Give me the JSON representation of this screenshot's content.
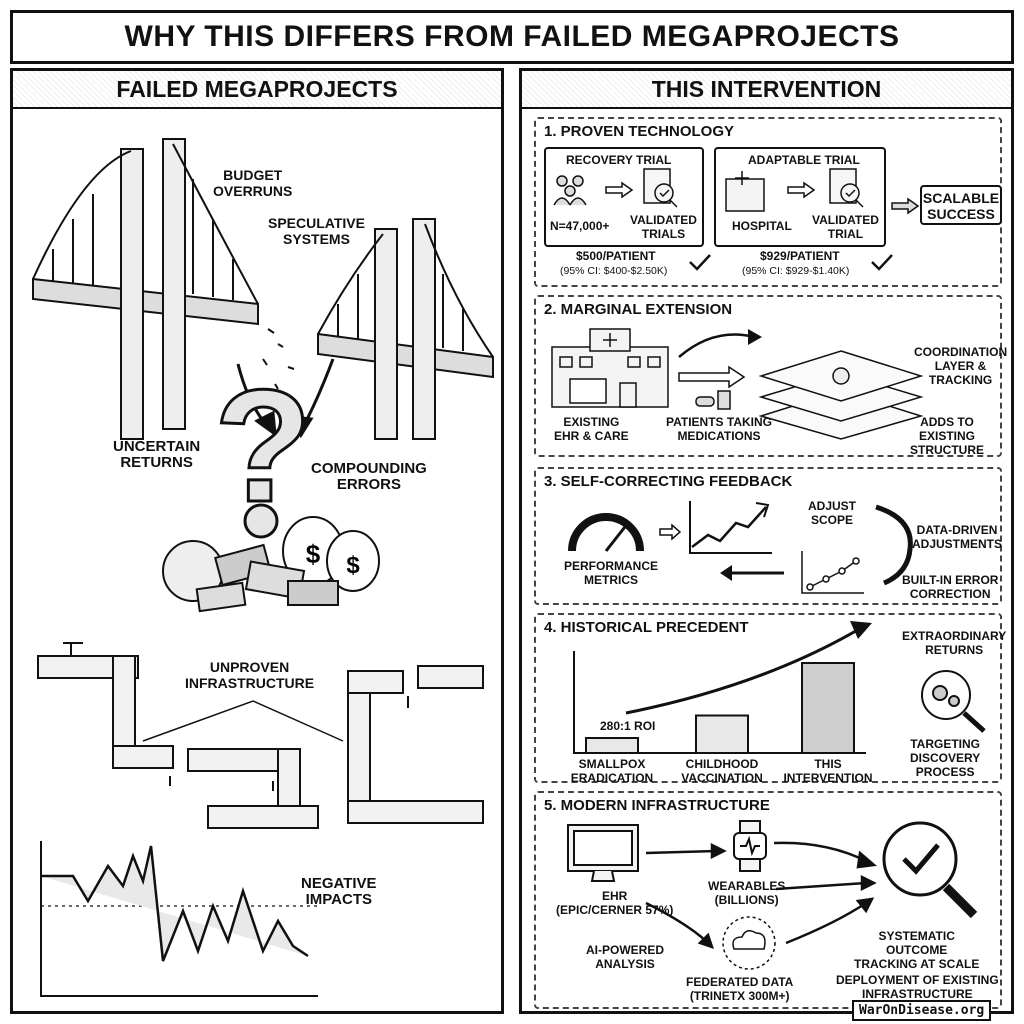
{
  "title": "WHY THIS DIFFERS FROM FAILED MEGAPROJECTS",
  "left": {
    "header": "FAILED MEGAPROJECTS",
    "labels": {
      "budget": "BUDGET\nOVERRUNS",
      "speculative": "SPECULATIVE\nSYSTEMS",
      "uncertain": "UNCERTAIN\nRETURNS",
      "compounding": "COMPOUNDING\nERRORS",
      "unproven": "UNPROVEN\nINFRASTRUCTURE",
      "negative": "NEGATIVE\nIMPACTS"
    }
  },
  "right": {
    "header": "THIS INTERVENTION",
    "s1": {
      "title": "1. PROVEN TECHNOLOGY",
      "recovery": {
        "title": "RECOVERY TRIAL",
        "n": "N=47,000+",
        "validated": "VALIDATED\nTRIALS",
        "cost": "$500/PATIENT",
        "ci": "(95% CI: $400-$2.50K)"
      },
      "adaptable": {
        "title": "ADAPTABLE TRIAL",
        "hospital": "HOSPITAL",
        "validated": "VALIDATED\nTRIAL",
        "cost": "$929/PATIENT",
        "ci": "(95% CI: $929-$1.40K)"
      },
      "scalable": "SCALABLE\nSUCCESS"
    },
    "s2": {
      "title": "2. MARGINAL EXTENSION",
      "existing": "EXISTING\nEHR & CARE",
      "patients": "PATIENTS TAKING\nMEDICATIONS",
      "coordination": "COORDINATION\nLAYER &\nTRACKING",
      "adds": "ADDS TO EXISTING\nSTRUCTURE"
    },
    "s3": {
      "title": "3. SELF-CORRECTING FEEDBACK",
      "adjust": "ADJUST\nSCOPE",
      "data": "DATA-DRIVEN\nADJUSTMENTS",
      "perf": "PERFORMANCE\nMETRICS",
      "builtin": "BUILT-IN ERROR\nCORRECTION"
    },
    "s4": {
      "title": "4. HISTORICAL PRECEDENT",
      "roi": "280:1 ROI",
      "extraordinary": "EXTRAORDINARY\nRETURNS",
      "targeting": "TARGETING\nDISCOVERY\nPROCESS"
    },
    "s5": {
      "title": "5. MODERN INFRASTRUCTURE",
      "ehr": "EHR\n(EPIC/CERNER 57%)",
      "wearables": "WEARABLES\n(BILLIONS)",
      "ai": "AI-POWERED\nANALYSIS",
      "federated": "FEDERATED DATA\n(TRINETX 300M+)",
      "systematic": "SYSTEMATIC\nOUTCOME\nTRACKING AT SCALE",
      "deployment": "DEPLOYMENT OF EXISTING\nINFRASTRUCTURE"
    }
  },
  "chart_data": {
    "type": "bar",
    "categories": [
      "SMALLPOX\nERADICATION",
      "CHILDHOOD\nVACCINATION",
      "THIS\nINTERVENTION"
    ],
    "values": [
      1,
      2.5,
      6
    ],
    "title": "",
    "xlabel": "",
    "ylabel": ""
  },
  "watermark": "WarOnDisease.org"
}
